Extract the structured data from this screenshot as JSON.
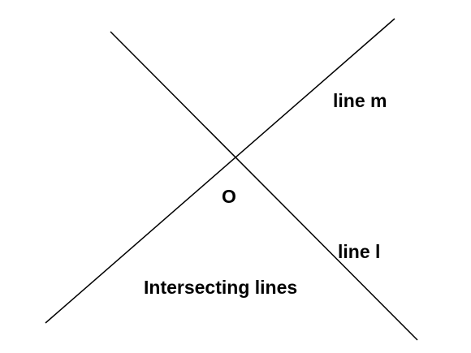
{
  "diagram": {
    "line_m_label": "line m",
    "line_l_label": "line l",
    "point_label": "O",
    "caption": "Intersecting lines",
    "line_color": "#000000",
    "background": "#ffffff"
  }
}
